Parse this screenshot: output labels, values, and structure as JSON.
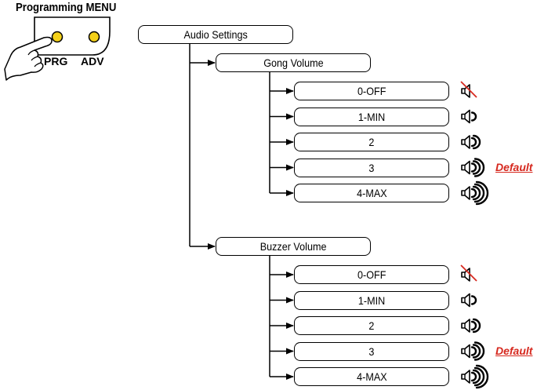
{
  "menu": {
    "title": "Programming MENU",
    "buttons": [
      {
        "label": "PRG",
        "color": "#f4d11a"
      },
      {
        "label": "ADV",
        "color": "#f4d11a"
      }
    ]
  },
  "root": {
    "label": "Audio Settings"
  },
  "sections": [
    {
      "label": "Gong Volume",
      "options": [
        {
          "label": "0-OFF",
          "icon": "speaker-muted-icon",
          "level": 0,
          "default_label": ""
        },
        {
          "label": "1-MIN",
          "icon": "speaker-level-1-icon",
          "level": 1,
          "default_label": ""
        },
        {
          "label": "2",
          "icon": "speaker-level-2-icon",
          "level": 2,
          "default_label": ""
        },
        {
          "label": "3",
          "icon": "speaker-level-3-icon",
          "level": 3,
          "default_label": "Default"
        },
        {
          "label": "4-MAX",
          "icon": "speaker-level-4-icon",
          "level": 4,
          "default_label": ""
        }
      ]
    },
    {
      "label": "Buzzer Volume",
      "options": [
        {
          "label": "0-OFF",
          "icon": "speaker-muted-icon",
          "level": 0,
          "default_label": ""
        },
        {
          "label": "1-MIN",
          "icon": "speaker-level-1-icon",
          "level": 1,
          "default_label": ""
        },
        {
          "label": "2",
          "icon": "speaker-level-2-icon",
          "level": 2,
          "default_label": ""
        },
        {
          "label": "3",
          "icon": "speaker-level-3-icon",
          "level": 3,
          "default_label": "Default"
        },
        {
          "label": "4-MAX",
          "icon": "speaker-level-4-icon",
          "level": 4,
          "default_label": ""
        }
      ]
    }
  ],
  "colors": {
    "accent": "#d6281e",
    "ink": "#000000"
  }
}
